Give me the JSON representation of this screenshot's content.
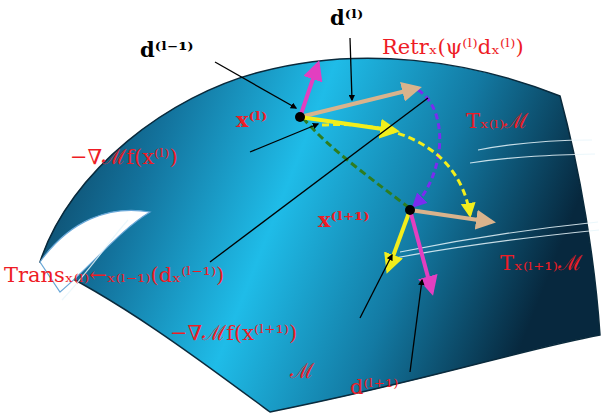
{
  "diagram": {
    "labels": [
      "d⁽ˡ⁻¹⁾",
      "d⁽ˡ⁾",
      "Retrₓ(ψ⁽ˡ⁾dₓ⁽ˡ⁾)",
      "x⁽ˡ⁾",
      "Tₓ₍ₗ₎ℳ",
      "−∇ℳf(x⁽ˡ⁾)",
      "x⁽ˡ⁺¹⁾",
      "Transₓ₍ₗ₎←ₓ₍ₗ₋₁₎(dₓ⁽ˡ⁻¹⁾)",
      "Tₓ₍ₗ₊₁₎ℳ",
      "−∇ℳf(x⁽ˡ⁺¹⁾)",
      "ℳ",
      "d⁽ˡ⁺¹⁾"
    ]
  }
}
